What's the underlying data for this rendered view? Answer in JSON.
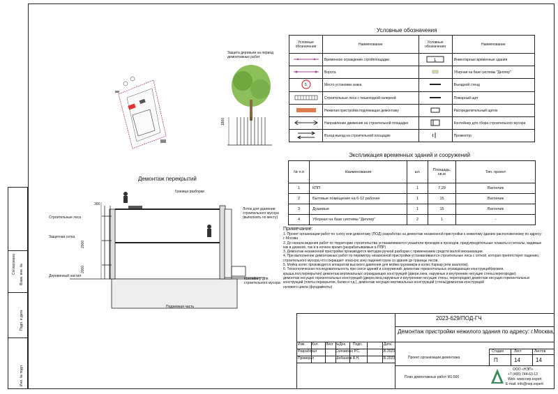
{
  "legend": {
    "title": "Условные обозначения",
    "col_symbol": "Условные обозначения",
    "col_name": "Наименование",
    "left": [
      {
        "icon": "fence-line-icon",
        "label": "Временное ограждение стройплощадки"
      },
      {
        "icon": "gate-icon",
        "label": "Ворота"
      },
      {
        "icon": "sign-icon",
        "label": "Место установки знака"
      },
      {
        "icon": "scaffold-icon",
        "label": "Строительные леса с пешеходной галереей"
      },
      {
        "icon": "demolish-icon",
        "label": "Нежилая пристройка подлежащая демонтажу"
      },
      {
        "icon": "arrow-icon",
        "label": "Направление движения на строительной площадке"
      },
      {
        "icon": "entry-exit-icon",
        "label": "Въезд-выезд на строительной площадке"
      }
    ],
    "right": [
      {
        "icon": "cabin-icon",
        "label": "Инвентарные временные здания"
      },
      {
        "icon": "toilet-icon",
        "label": "Уборная на базе системы \"Деплер\""
      },
      {
        "icon": "stand-icon",
        "label": "Въездной стенд"
      },
      {
        "icon": "fire-shield-icon",
        "label": "Пожарный щит"
      },
      {
        "icon": "panel-icon",
        "label": "Распределительный щиток"
      },
      {
        "icon": "container-icon",
        "label": "Контейнер для сбора строительного мусора"
      },
      {
        "icon": "spotlight-icon",
        "label": "Прожектор"
      }
    ]
  },
  "tree": {
    "caption": "Защита деревьев на период демонтажных работ",
    "dim": "1800"
  },
  "explication": {
    "title": "Экспликация временных зданий и сооружений",
    "headers": [
      "№ п.п",
      "Наименования",
      "шт.",
      "Площадь, кв.м",
      "Тип. проект"
    ],
    "rows": [
      [
        "1",
        "КПП",
        "1",
        "7,29",
        "Вагончик"
      ],
      [
        "2",
        "Бытовые помещения на 6-12 рабочих",
        "1",
        "15",
        "Вагончик"
      ],
      [
        "3",
        "Душевые",
        "1",
        "15",
        "Вагончик"
      ],
      [
        "4",
        "Уборная на базе системы \"Деплер\"",
        "2",
        "1",
        "-"
      ]
    ]
  },
  "section": {
    "title": "Демонтаж перекрытий",
    "labels": {
      "border": "Граница разборки",
      "scaffold": "Строительные леса",
      "net": "Защитная сетка",
      "wood": "Деревянный настил",
      "chute": "Лоток для удаления строительного мусора (выполнить по месту)",
      "container": "Контейнер для строительного мусора",
      "basement": "Подземная часть"
    },
    "dims": [
      "300",
      "2000",
      "2000"
    ]
  },
  "notes": {
    "title": "Примечание:",
    "items": [
      "1.    Проект организации работ по сносу или демонтажу (ПОД) разработан на демонтаж незамонной пристройки к нежилому зданию расположенному по адресу: г. Москва",
      "2.    До начала ведения работ по территории строительства устанавливаются указатели проездов и проходов, предупредительные плакаты и сигналы, видимые как в дневное, так и в ночное время (разрабатываемые в ППР)",
      "3.    Демонтаж незамонной пристройки производится методом ручной разборки с применением средств малой механизации.",
      "4.    При выполнение демонтажных работ по периметру незамонной пристройки устанавливаются строительные леса с сеткой, которая препятствует падению, строительного мусора,что сокращает опасную зону падения груза со здания до границы лесов.",
      "5.    Мойка колес производится аппаратом высокого давления для мойки грузовиков и колес Каркар (или аналогов).",
      "6.    Технологическая последовательность при сносе зданий и сооружений: демонтаж горизонтальных ограждающих конструкций(кровля, крыша,пол,перекрытия) демонтаж вертикальных ограждающих конструкций (двери,окна, наружные и внутренние несущие стены,перегородки)",
      "демонтаж несущих горизонтальных конструкций (двери,окна,наружные и внутренние несущие стены, перегородки) демонтаж несущих горизонтальных конструкций (плиты перекрытия, балки и т.д.), демонтаж несущих вертикальных конструкций (стены)демонтаж конструкций",
      "нулевого цикла (фундаменты)"
    ]
  },
  "stamp": {
    "code": "2023-629/ПОД-ГЧ",
    "title": "Демонтаж пристройки нежилого здания по адресу: г.Москва,",
    "section": "Проект организации демонтажа",
    "sheet_name": "План демонтажных работ М1:500",
    "head": [
      "Изм.",
      "Кол.",
      "Лист",
      "№Док.",
      "Подп.",
      "Дата"
    ],
    "r1": [
      "Разработал",
      "Соловенко Р.С.",
      "",
      "05.2023"
    ],
    "r2": [
      "Проверил",
      "Шобанков А.Н.",
      "",
      "05.2023"
    ],
    "stage_lbl": "Стадия",
    "sheet_lbl": "Лист",
    "sheets_lbl": "Листов",
    "stage": "П",
    "sheet": "14",
    "sheets": "14",
    "org": "ООО «НЭП»",
    "phone": "+7 (495) 744-63-13",
    "web": "Web: www.nep.expert",
    "email": "E-mail: info@nep.expert"
  },
  "side": [
    "Согласовано",
    "Взам. инв. №",
    "Подп. и дата",
    "Инв. № подл."
  ]
}
